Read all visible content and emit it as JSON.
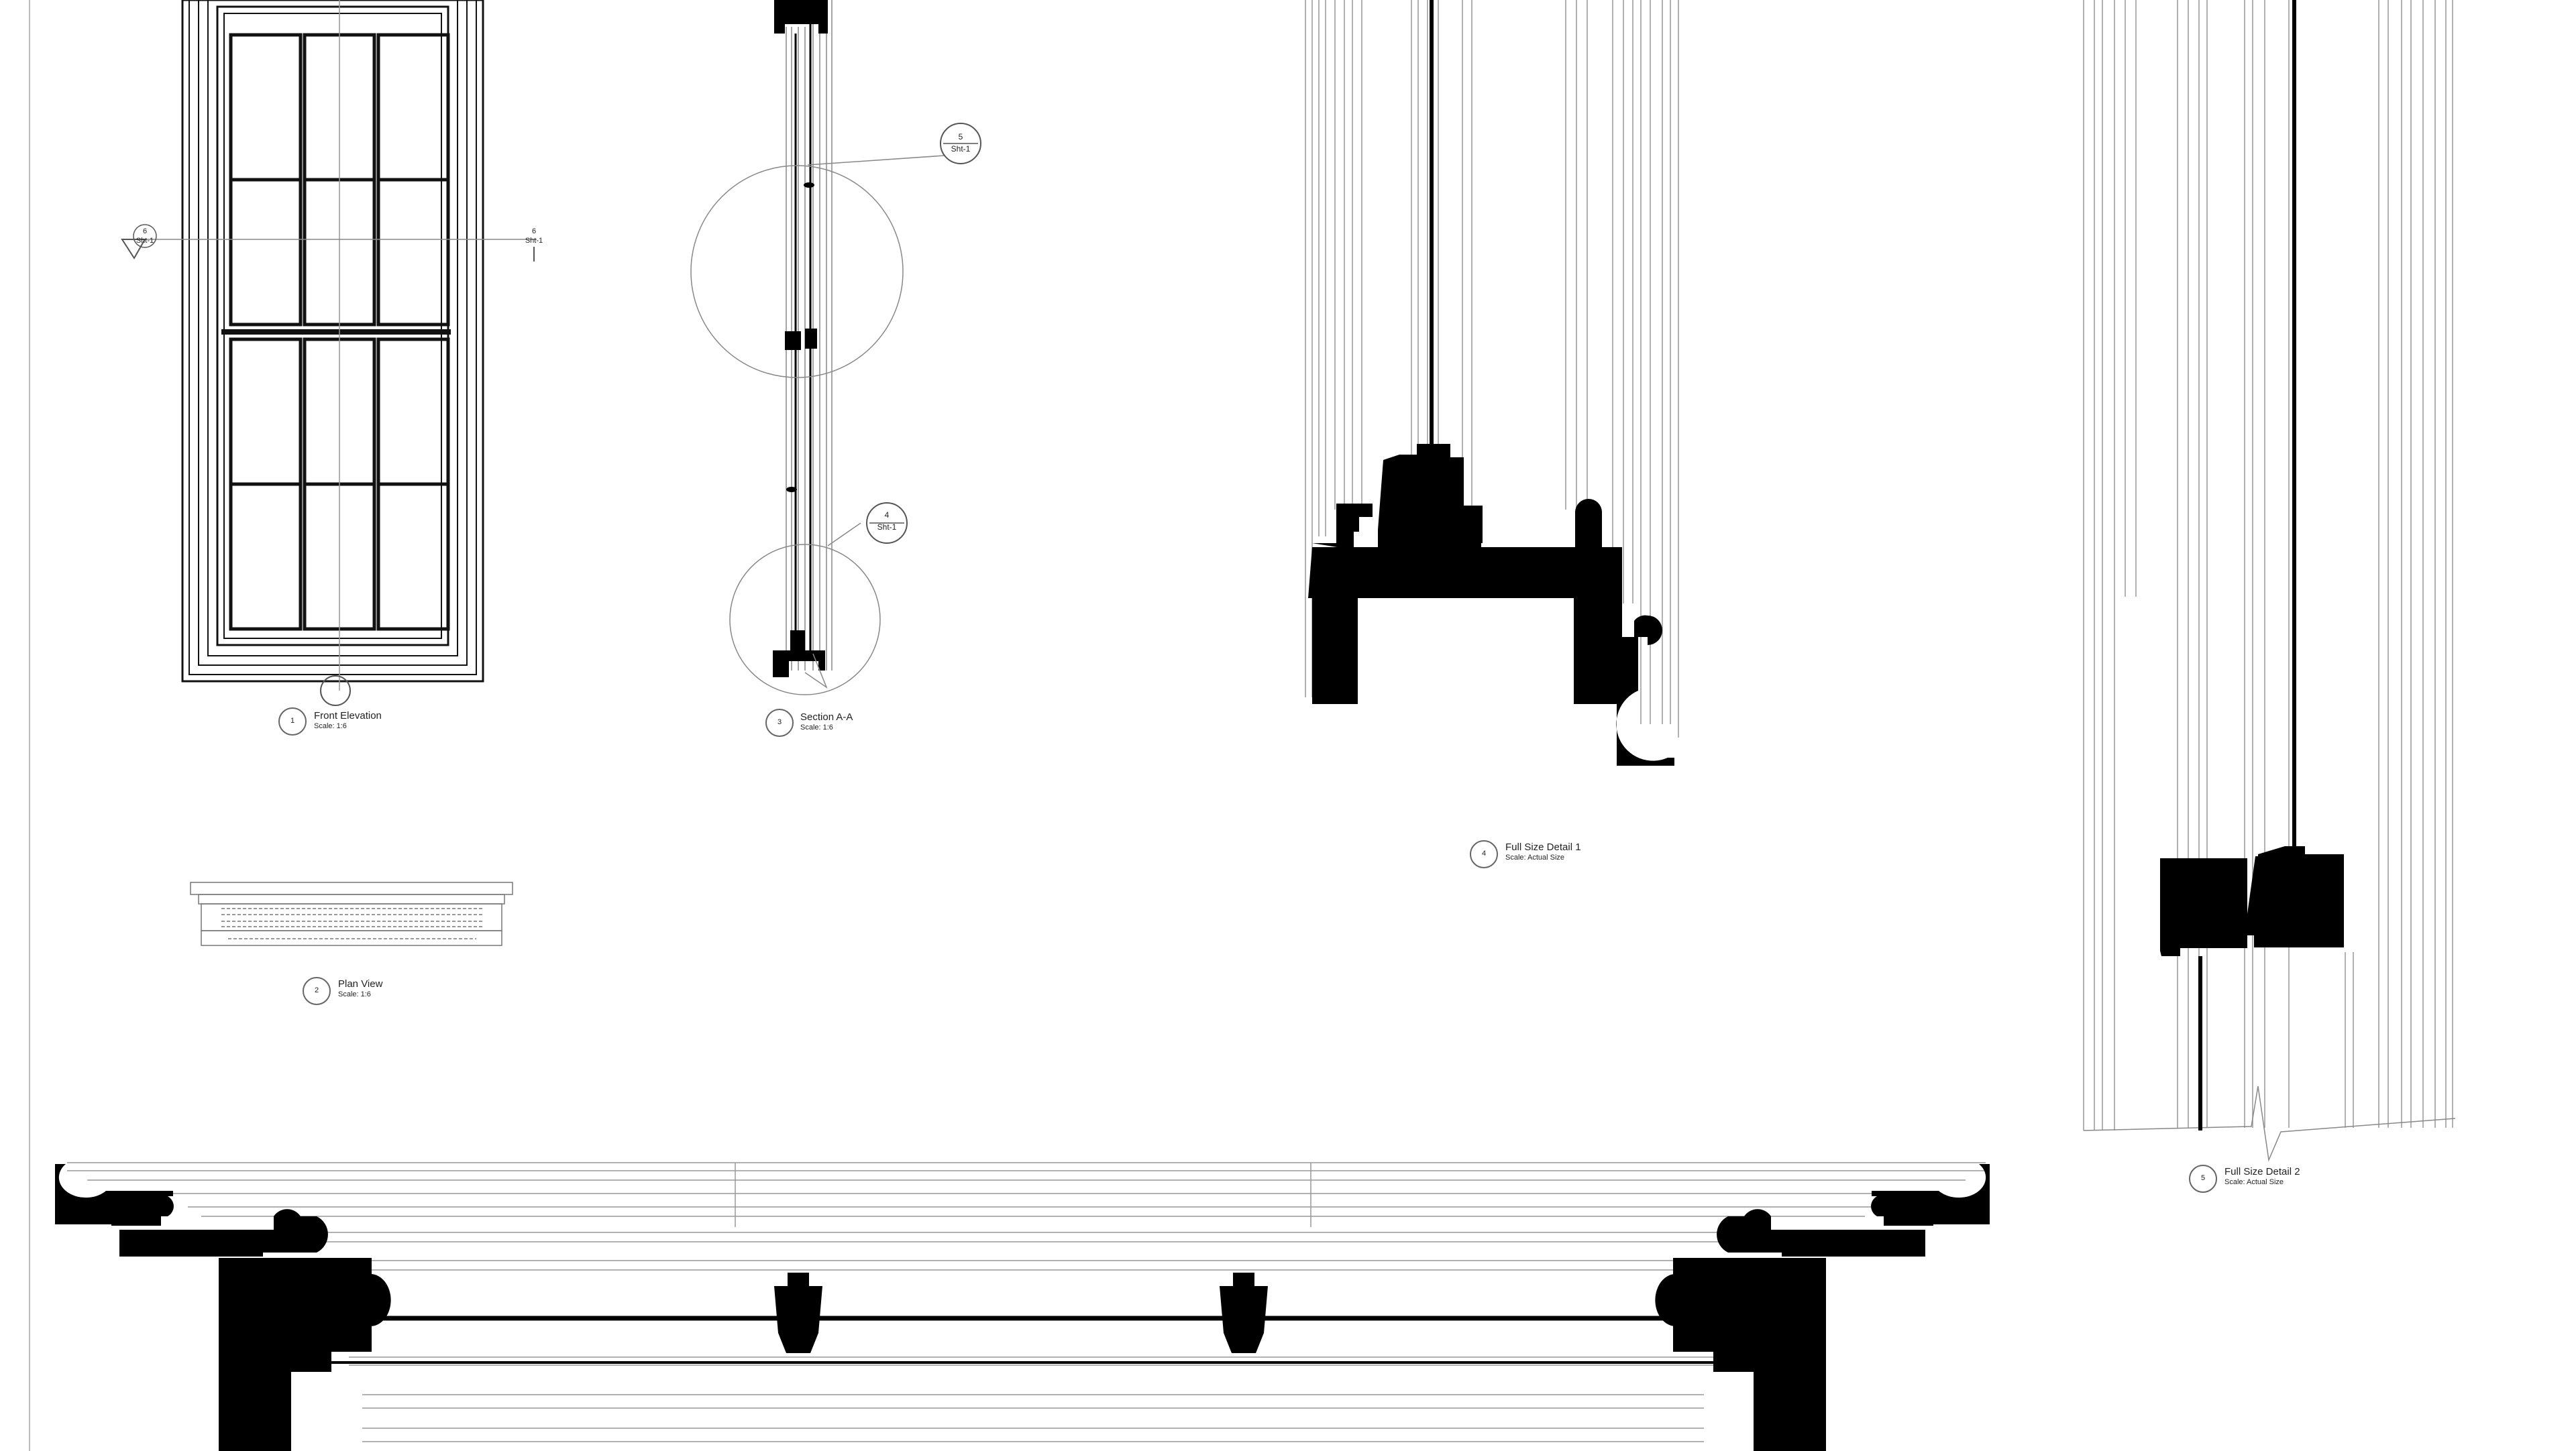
{
  "sheet": {
    "background": "#ffffff",
    "ink": "#000000"
  },
  "views": {
    "front_elevation": {
      "number": "1",
      "title": "Front Elevation",
      "scale": "Scale: 1:6"
    },
    "plan_view": {
      "number": "2",
      "title": "Plan View",
      "scale": "Scale: 1:6"
    },
    "section_aa": {
      "number": "3",
      "title": "Section A-A",
      "scale": "Scale: 1:6"
    },
    "detail_1": {
      "number": "4",
      "title": "Full Size Detail 1",
      "scale": "Scale: Actual Size"
    },
    "detail_2": {
      "number": "5",
      "title": "Full Size Detail 2",
      "scale": "Scale: Actual Size"
    }
  },
  "callouts": {
    "section_left": {
      "number": "6",
      "sheet": "Sht-1"
    },
    "section_right": {
      "number": "6",
      "sheet": "Sht-1"
    },
    "detail_5_ref": {
      "number": "5",
      "sheet": "Sht-1"
    },
    "detail_4_ref": {
      "number": "4",
      "sheet": "Sht-1"
    }
  }
}
